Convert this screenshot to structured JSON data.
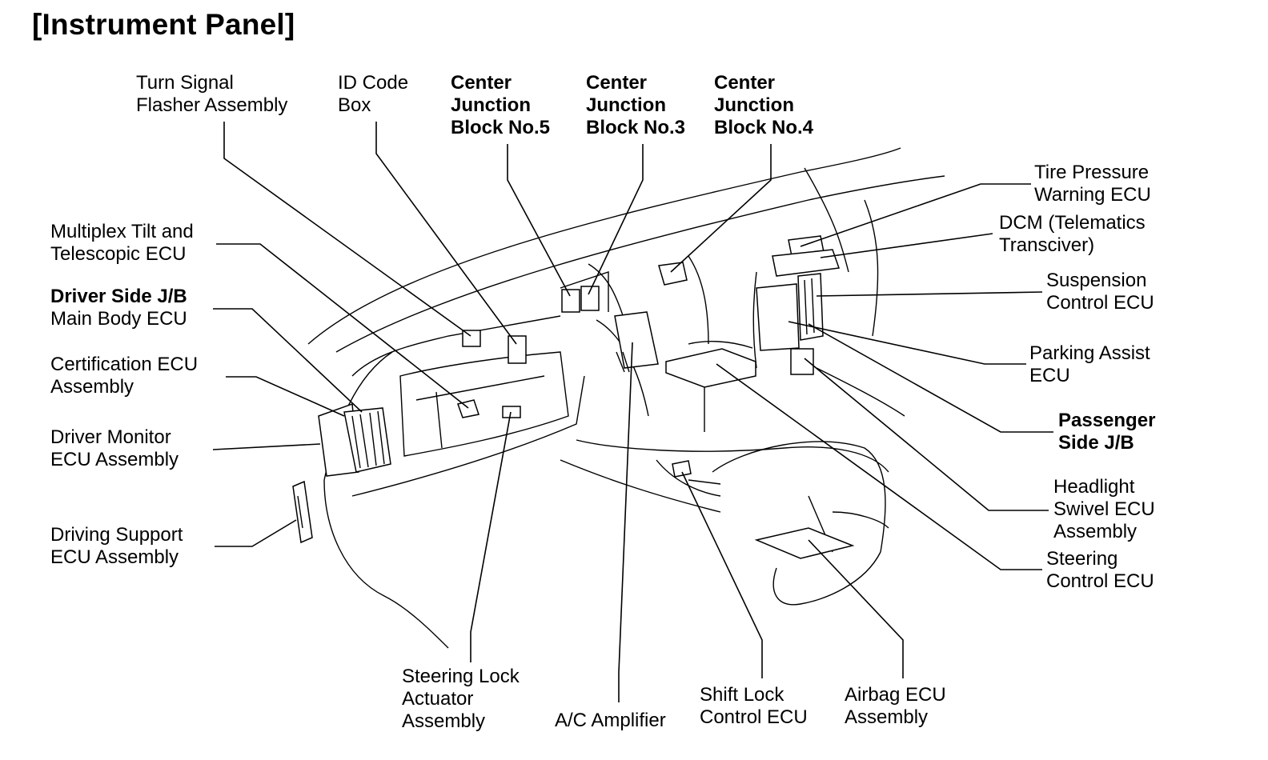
{
  "title": "[Instrument Panel]",
  "labels": {
    "turn_signal": [
      "Turn Signal",
      "Flasher Assembly"
    ],
    "id_code_box": [
      "ID Code",
      "Box"
    ],
    "cjb5": [
      "Center",
      "Junction",
      "Block No.5"
    ],
    "cjb3": [
      "Center",
      "Junction",
      "Block No.3"
    ],
    "cjb4": [
      "Center",
      "Junction",
      "Block No.4"
    ],
    "tire_pressure": [
      "Tire Pressure",
      "Warning ECU"
    ],
    "dcm": [
      "DCM (Telematics",
      "Transciver)"
    ],
    "suspension": [
      "Suspension",
      "Control ECU"
    ],
    "parking_assist": [
      "Parking Assist",
      "ECU"
    ],
    "passenger_jb": [
      "Passenger",
      "Side J/B"
    ],
    "headlight_swivel": [
      "Headlight",
      "Swivel ECU",
      "Assembly"
    ],
    "steering_control": [
      "Steering",
      "Control ECU"
    ],
    "multiplex_tilt": [
      "Multiplex Tilt and",
      "Telescopic ECU"
    ],
    "driver_jb": [
      "Driver Side J/B",
      "Main Body ECU"
    ],
    "certification": [
      "Certification ECU",
      "Assembly"
    ],
    "driver_monitor": [
      "Driver Monitor",
      "ECU Assembly"
    ],
    "driving_support": [
      "Driving Support",
      "ECU Assembly"
    ],
    "steering_lock": [
      "Steering Lock",
      "Actuator",
      "Assembly"
    ],
    "ac_amplifier": [
      "A/C Amplifier"
    ],
    "shift_lock": [
      "Shift Lock",
      "Control ECU"
    ],
    "airbag": [
      "Airbag ECU",
      "Assembly"
    ]
  }
}
